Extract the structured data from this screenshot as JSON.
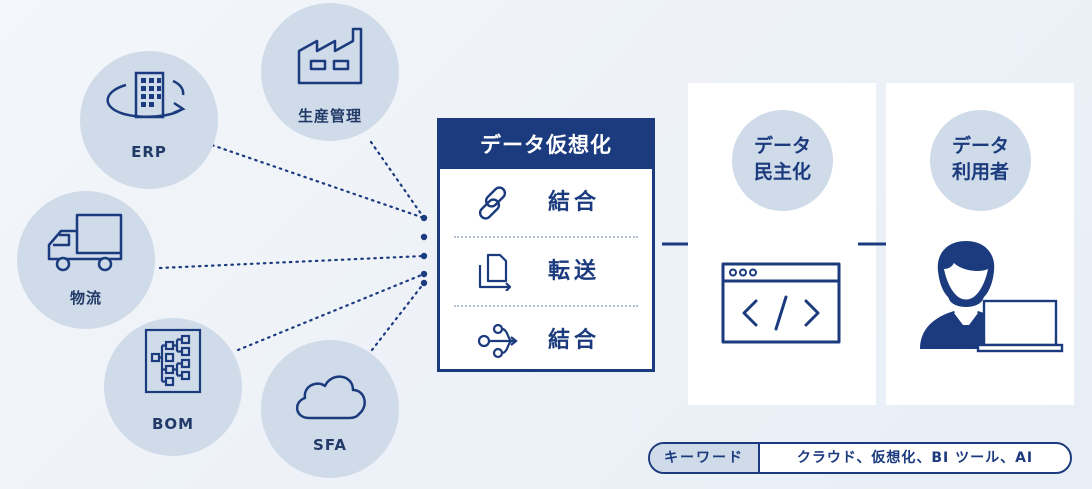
{
  "sources": [
    {
      "id": "erp",
      "label": "ERP",
      "icon": "building-cycle-icon"
    },
    {
      "id": "production",
      "label": "生産管理",
      "icon": "factory-icon"
    },
    {
      "id": "logistics",
      "label": "物流",
      "icon": "truck-icon"
    },
    {
      "id": "bom",
      "label": "BOM",
      "icon": "tree-structure-icon"
    },
    {
      "id": "sfa",
      "label": "SFA",
      "icon": "cloud-icon"
    }
  ],
  "virtualization": {
    "title": "データ仮想化",
    "rows": [
      {
        "label": "結合",
        "icon": "chain-link-icon"
      },
      {
        "label": "転送",
        "icon": "document-transfer-icon"
      },
      {
        "label": "結合",
        "icon": "merge-flow-icon"
      }
    ]
  },
  "democratization": {
    "title_lines": [
      "データ",
      "民主化"
    ],
    "icon": "code-window-icon"
  },
  "users": {
    "title_lines": [
      "データ",
      "利用者"
    ],
    "icon": "user-with-laptop-icon"
  },
  "keywords": {
    "label": "キーワード",
    "text": "クラウド、仮想化、BI ツール、AI"
  },
  "colors": {
    "navy": "#1b3b7e",
    "circle": "#cfdbe9",
    "background": "#eef2f8"
  }
}
